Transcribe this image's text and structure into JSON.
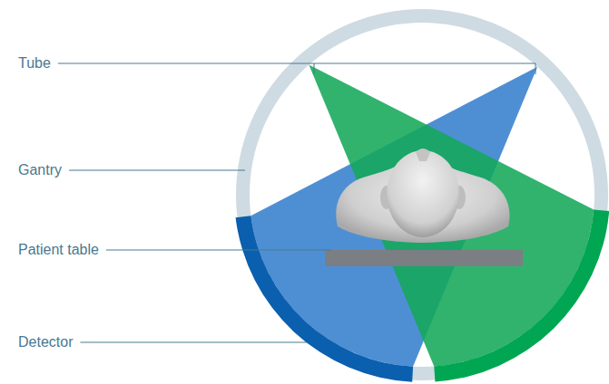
{
  "diagram": {
    "labels": [
      "Tube",
      "Gantry",
      "Patient table",
      "Detector"
    ]
  }
}
